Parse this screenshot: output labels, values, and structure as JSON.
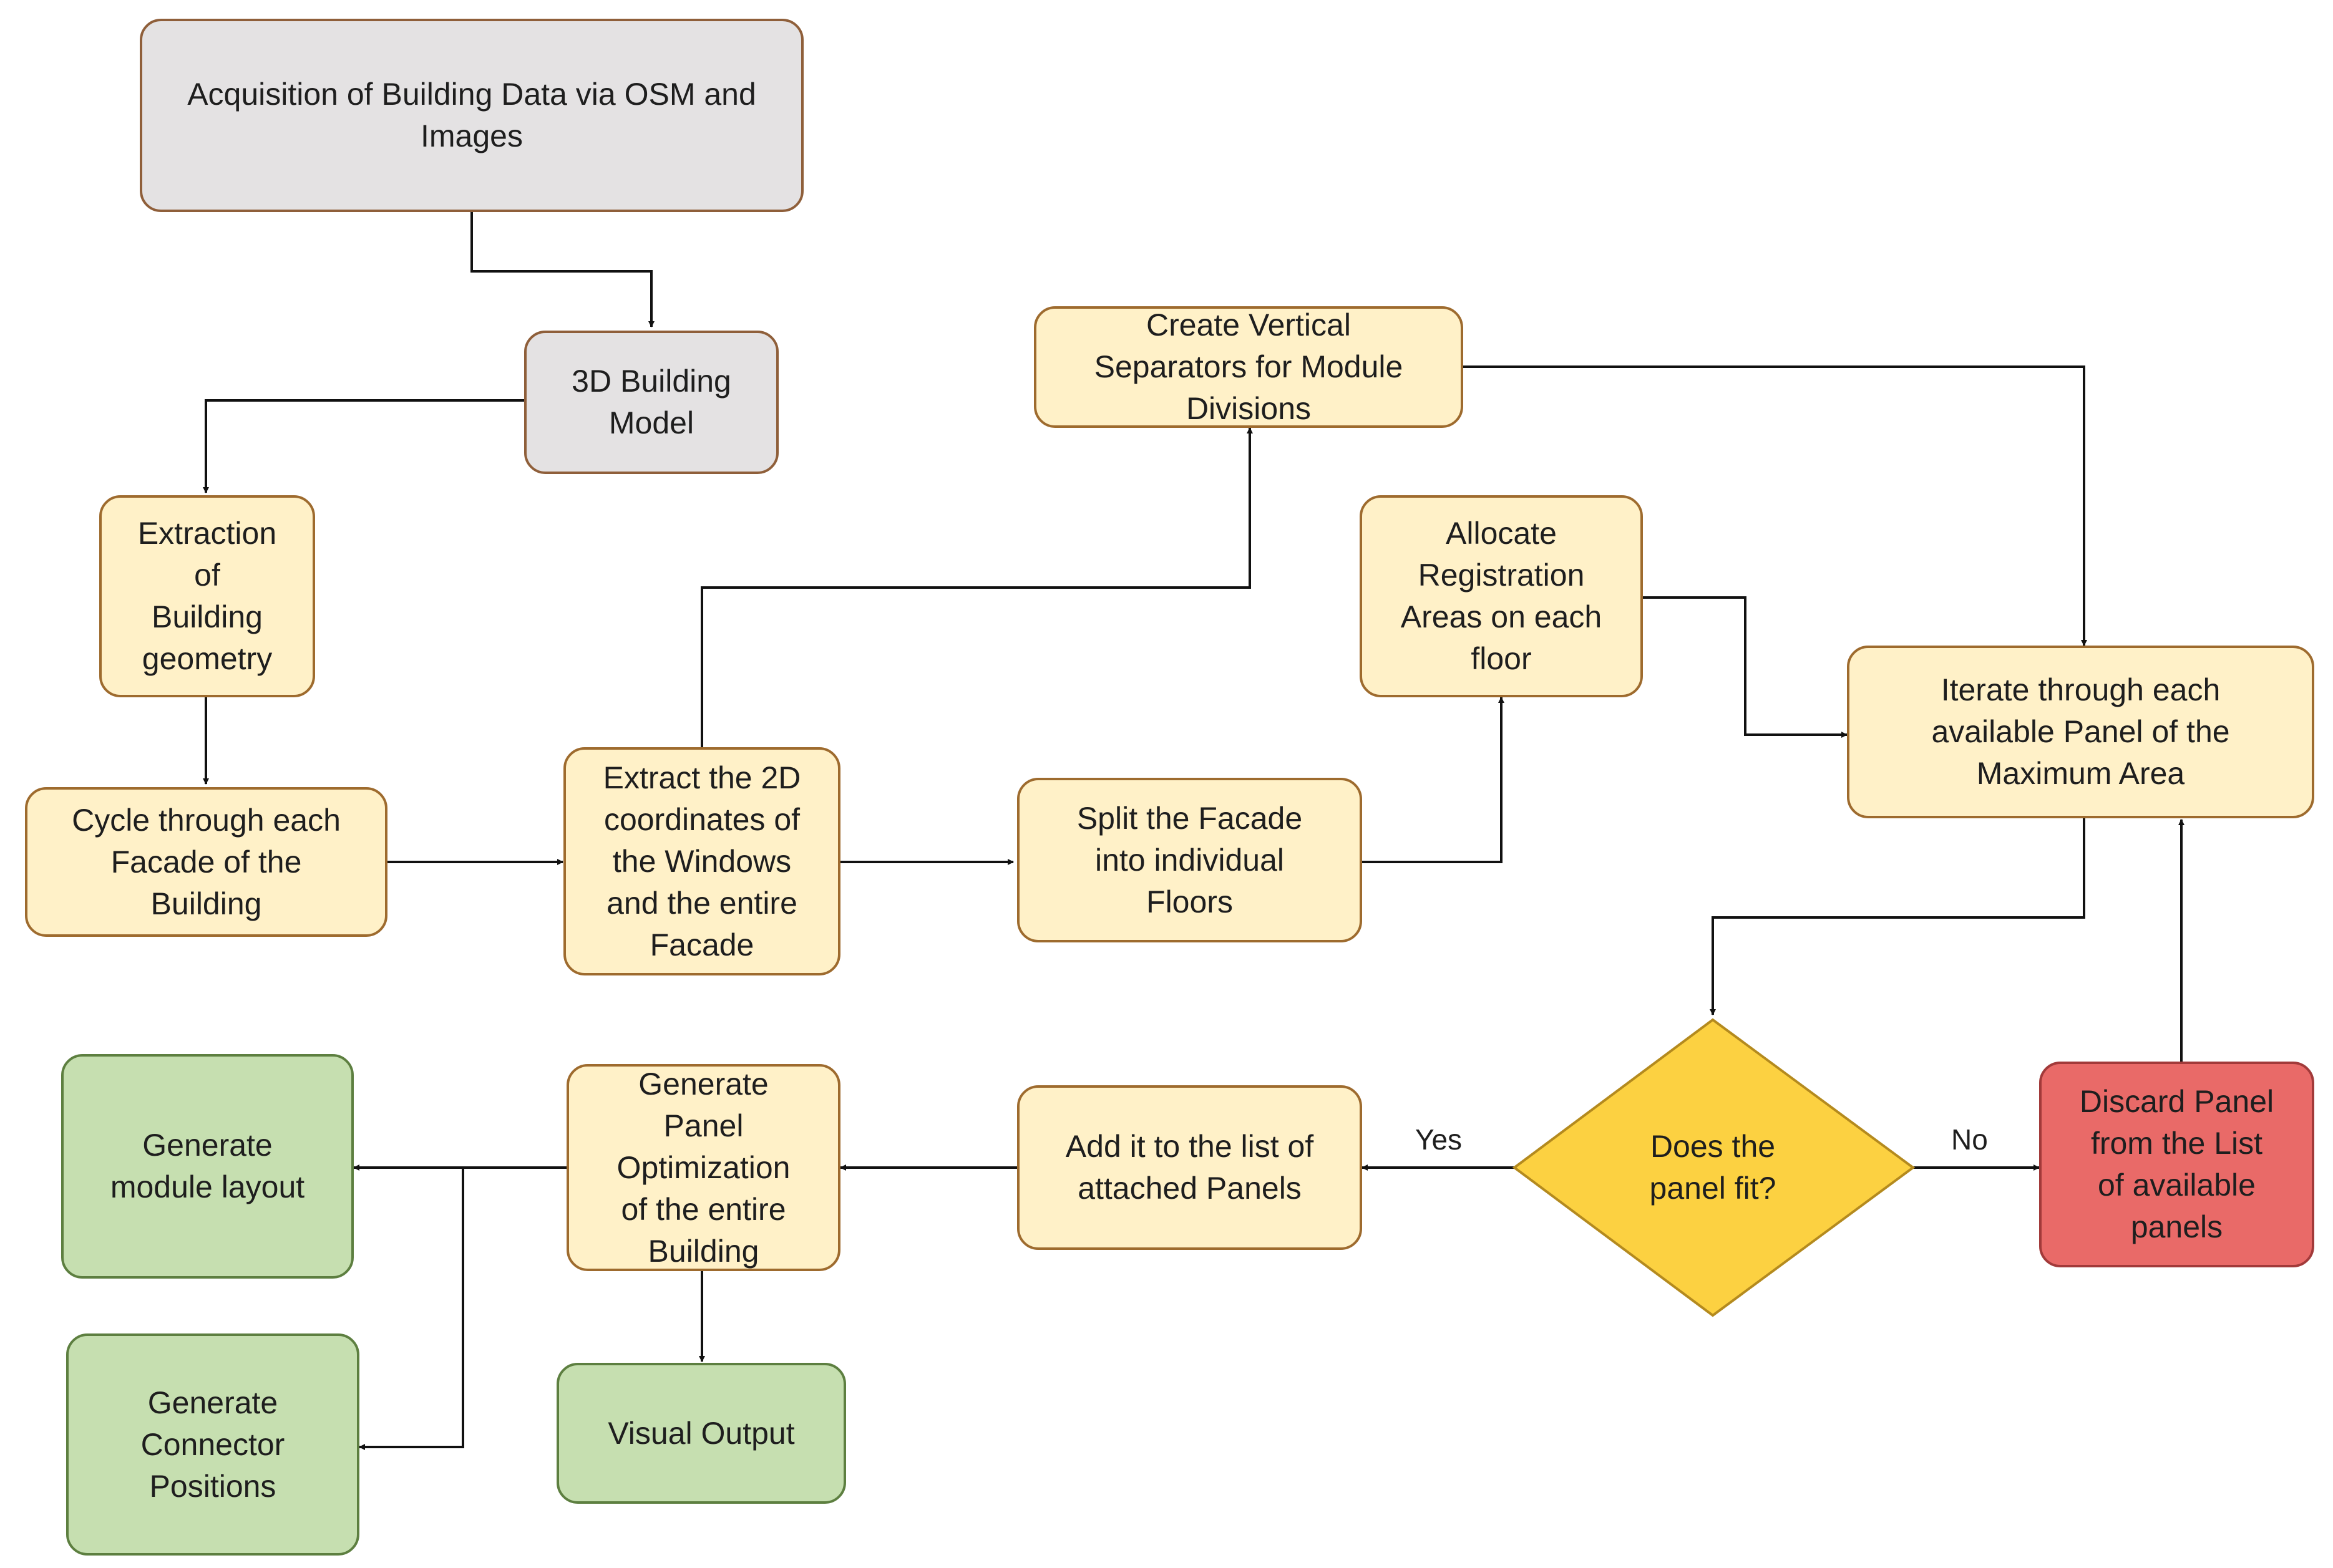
{
  "colors": {
    "gray": "#e4e2e3",
    "yellow": "#fff1c8",
    "green": "#c6dfb0",
    "red": "#e96a68",
    "decision": "#fcd141",
    "line": "#111111"
  },
  "nodes": {
    "acquisition": "Acquisition of Building Data via OSM and\nImages",
    "building_model": "3D Building\nModel",
    "extraction": "Extraction\nof\nBuilding\ngeometry",
    "cycle": "Cycle through each\nFacade of the\nBuilding",
    "extract_2d": "Extract the 2D\ncoordinates of\nthe Windows\nand the entire\nFacade",
    "split": "Split the Facade\ninto individual\nFloors",
    "allocate": "Allocate\nRegistration\nAreas on each\nfloor",
    "separators": "Create Vertical\nSeparators for Module\nDivisions",
    "iterate": "Iterate through each\navailable Panel of the\nMaximum Area",
    "decision": "Does the\npanel fit?",
    "discard": "Discard Panel\nfrom the List\nof available\npanels",
    "add": "Add it to the list of\nattached Panels",
    "optimization": "Generate\nPanel\nOptimization\nof the entire\nBuilding",
    "module_layout": "Generate\nmodule layout",
    "connector": "Generate\nConnector\nPositions",
    "visual": "Visual Output"
  },
  "edge_labels": {
    "yes": "Yes",
    "no": "No"
  }
}
